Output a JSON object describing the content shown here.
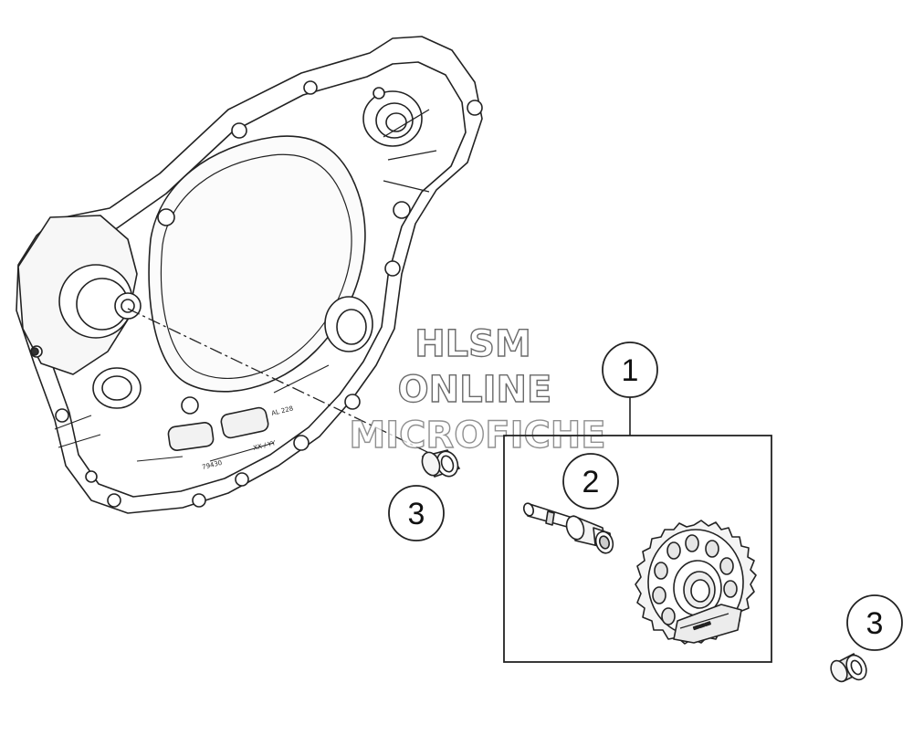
{
  "diagram": {
    "callouts": [
      {
        "id": "c1",
        "label": "1"
      },
      {
        "id": "c2",
        "label": "2"
      },
      {
        "id": "c3a",
        "label": "3"
      },
      {
        "id": "c3b",
        "label": "3"
      }
    ],
    "watermark": {
      "line1": "HLSM",
      "line2": "ONLINE",
      "line3": "MICROFICHE"
    },
    "cover_markings": {
      "part_code": "79430",
      "al_mark": "AL 228",
      "date_mark": "XX / YY"
    }
  }
}
